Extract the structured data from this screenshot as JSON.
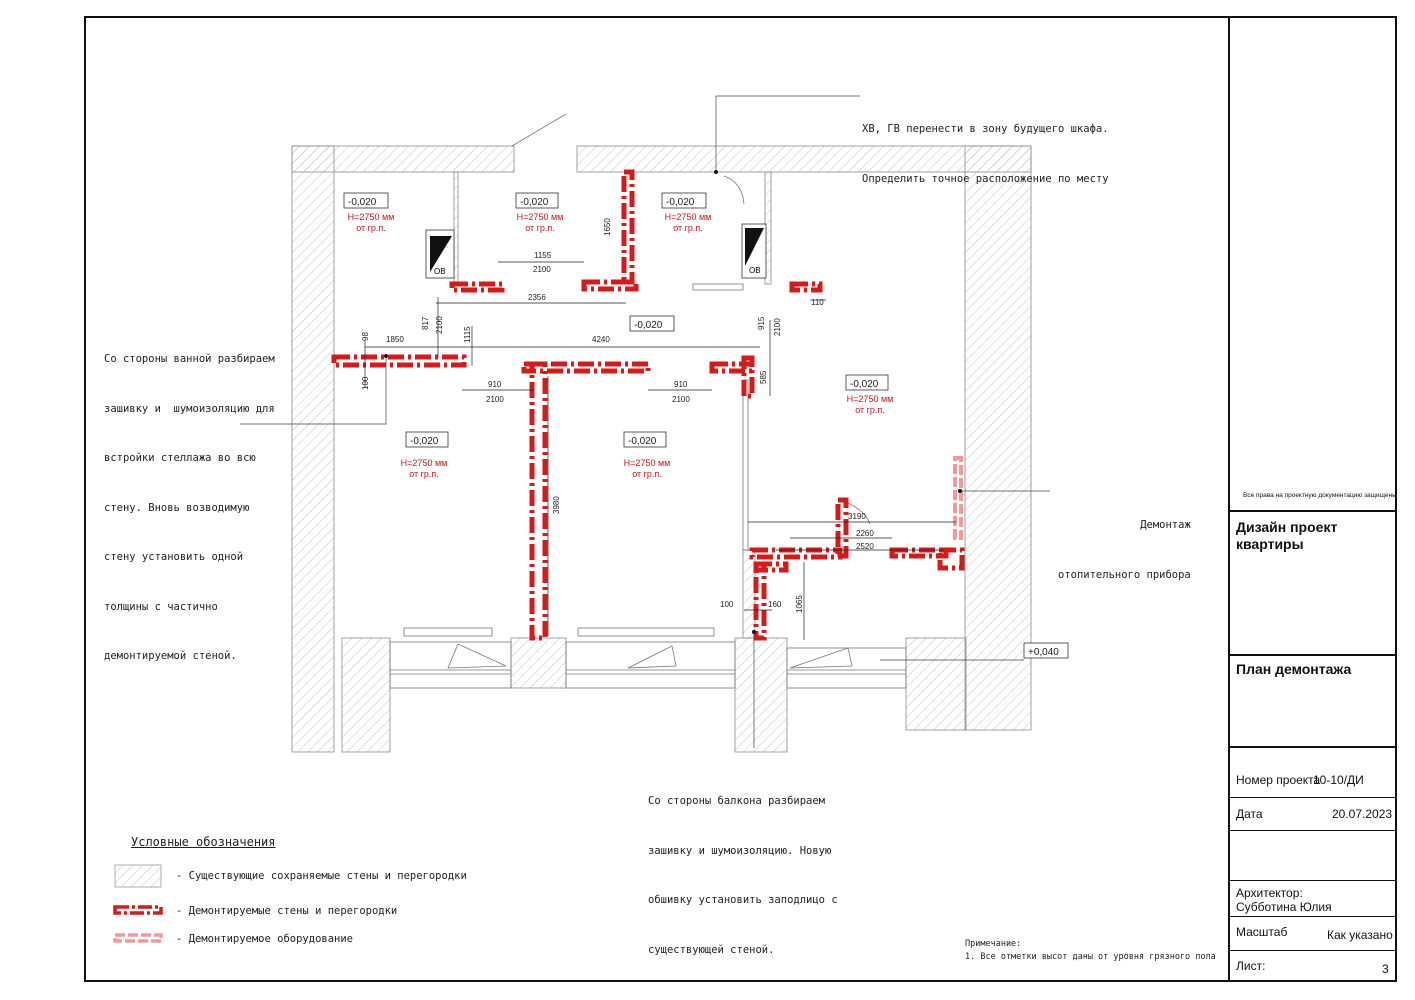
{
  "notes": {
    "top_callout": [
      "ХВ, ГВ перенести в зону будущего шкафа.",
      "Определить точное расположение по месту"
    ],
    "left_callout": [
      "Со стороны ванной разбираем",
      "зашивку и  шумоизоляцию для",
      "встройки стеллажа во всю",
      "стену. Вновь возводимую",
      "стену установить одной",
      "толщины с частично",
      "демонтируемой стеной."
    ],
    "right_callout": [
      "Демонтаж",
      "отопительного прибора"
    ],
    "bottom_callout": [
      "Со стороны балкона разбираем",
      "зашивку и шумоизоляцию. Новую",
      "обшивку установить заподлицо с",
      "существующей стеной."
    ],
    "remark_title": "Примечание:",
    "remark_text": "1. Все отметки высот даны от уровня грязного пола"
  },
  "legend": {
    "title": "Условные обозначения",
    "items": [
      {
        "label": "- Существующие сохраняемые стены и перегородки",
        "icon": "hatch-swatch-icon"
      },
      {
        "label": "- Демонтируемые стены и перегородки",
        "icon": "red-dash-line-icon"
      },
      {
        "label": "- Демонтируемое оборудование",
        "icon": "pink-dash-line-icon"
      }
    ]
  },
  "rooms": [
    {
      "level": "-0,020",
      "height": "Н=2750 мм",
      "ref": "от гр.п."
    },
    {
      "level": "-0,020",
      "height": "Н=2750 мм",
      "ref": "от гр.п."
    },
    {
      "level": "-0,020",
      "height": "Н=2750 мм",
      "ref": "от гр.п."
    },
    {
      "level": "-0,020",
      "height": "Н=2750 мм",
      "ref": "от гр.п."
    },
    {
      "level": "-0,020",
      "height": "Н=2750 мм",
      "ref": "от гр.п."
    },
    {
      "level": "-0,020",
      "height": "Н=2750 мм",
      "ref": "от гр.п."
    }
  ],
  "levels": {
    "hall": "-0,020",
    "balcony": "+0,040"
  },
  "vent_labels": [
    "ОВ",
    "ОВ"
  ],
  "dimensions": {
    "d1155": "1155",
    "d2100a": "2100",
    "d1650": "1650",
    "d2356": "2356",
    "d110": "110",
    "d817": "817",
    "d2100b": "2100",
    "d1115": "1115",
    "d98": "98",
    "d1850": "1850",
    "d4240": "4240",
    "d915": "915",
    "d2100c": "2100",
    "d585": "585",
    "d100a": "100",
    "d910a": "910",
    "d2100d": "2100",
    "d910b": "910",
    "d2100e": "2100",
    "d3980": "3980",
    "d3190": "3190",
    "d2260": "2260",
    "d2520": "2520",
    "d100b": "100",
    "d160": "160",
    "d1065": "1065"
  },
  "stamp": {
    "rights": "Все права на проектную документацию защищены",
    "project_title": "Дизайн проект\nквартиры",
    "sheet_title": "План демонтажа",
    "project_number_label": "Номер проекта",
    "project_number_value": "10-10/ДИ",
    "date_label": "Дата",
    "date_value": "20.07.2023",
    "architect_label": "Архитектор:",
    "architect_name": "Субботина Юлия",
    "scale_label": "Масштаб",
    "scale_value": "Как указано",
    "sheet_label": "Лист:",
    "sheet_value": "3"
  },
  "colors": {
    "demolish": "#d61a1a",
    "equipment": "#f0a0a0",
    "hatch": "#9a9a9a"
  }
}
